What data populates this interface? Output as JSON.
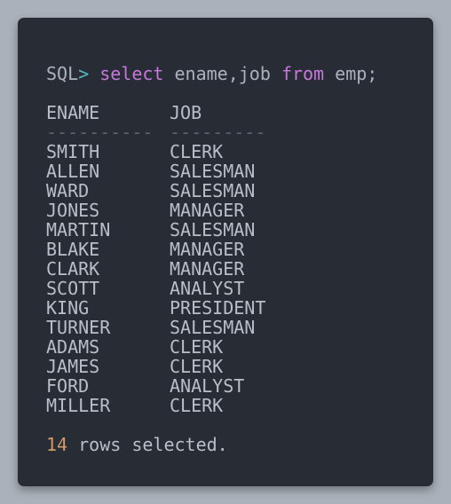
{
  "terminal": {
    "prompt": "SQL",
    "prompt_symbol": ">",
    "command": {
      "kw_select": "select",
      "columns": "ename,job",
      "kw_from": "from",
      "table": "emp;"
    },
    "headers": [
      "ENAME",
      "JOB"
    ],
    "separators": [
      "----------",
      "---------"
    ],
    "rows": [
      {
        "ename": "SMITH",
        "job": "CLERK"
      },
      {
        "ename": "ALLEN",
        "job": "SALESMAN"
      },
      {
        "ename": "WARD",
        "job": "SALESMAN"
      },
      {
        "ename": "JONES",
        "job": "MANAGER"
      },
      {
        "ename": "MARTIN",
        "job": "SALESMAN"
      },
      {
        "ename": "BLAKE",
        "job": "MANAGER"
      },
      {
        "ename": "CLARK",
        "job": "MANAGER"
      },
      {
        "ename": "SCOTT",
        "job": "ANALYST"
      },
      {
        "ename": "KING",
        "job": "PRESIDENT"
      },
      {
        "ename": "TURNER",
        "job": "SALESMAN"
      },
      {
        "ename": "ADAMS",
        "job": "CLERK"
      },
      {
        "ename": "JAMES",
        "job": "CLERK"
      },
      {
        "ename": "FORD",
        "job": "ANALYST"
      },
      {
        "ename": "MILLER",
        "job": "CLERK"
      }
    ],
    "footer": {
      "count": "14",
      "text": "rows selected."
    }
  },
  "colors": {
    "background": "#a9b2ba",
    "terminal_bg": "#282c34",
    "keyword": "#c678dd",
    "prompt_symbol": "#56b6c2",
    "number": "#d19a66"
  }
}
